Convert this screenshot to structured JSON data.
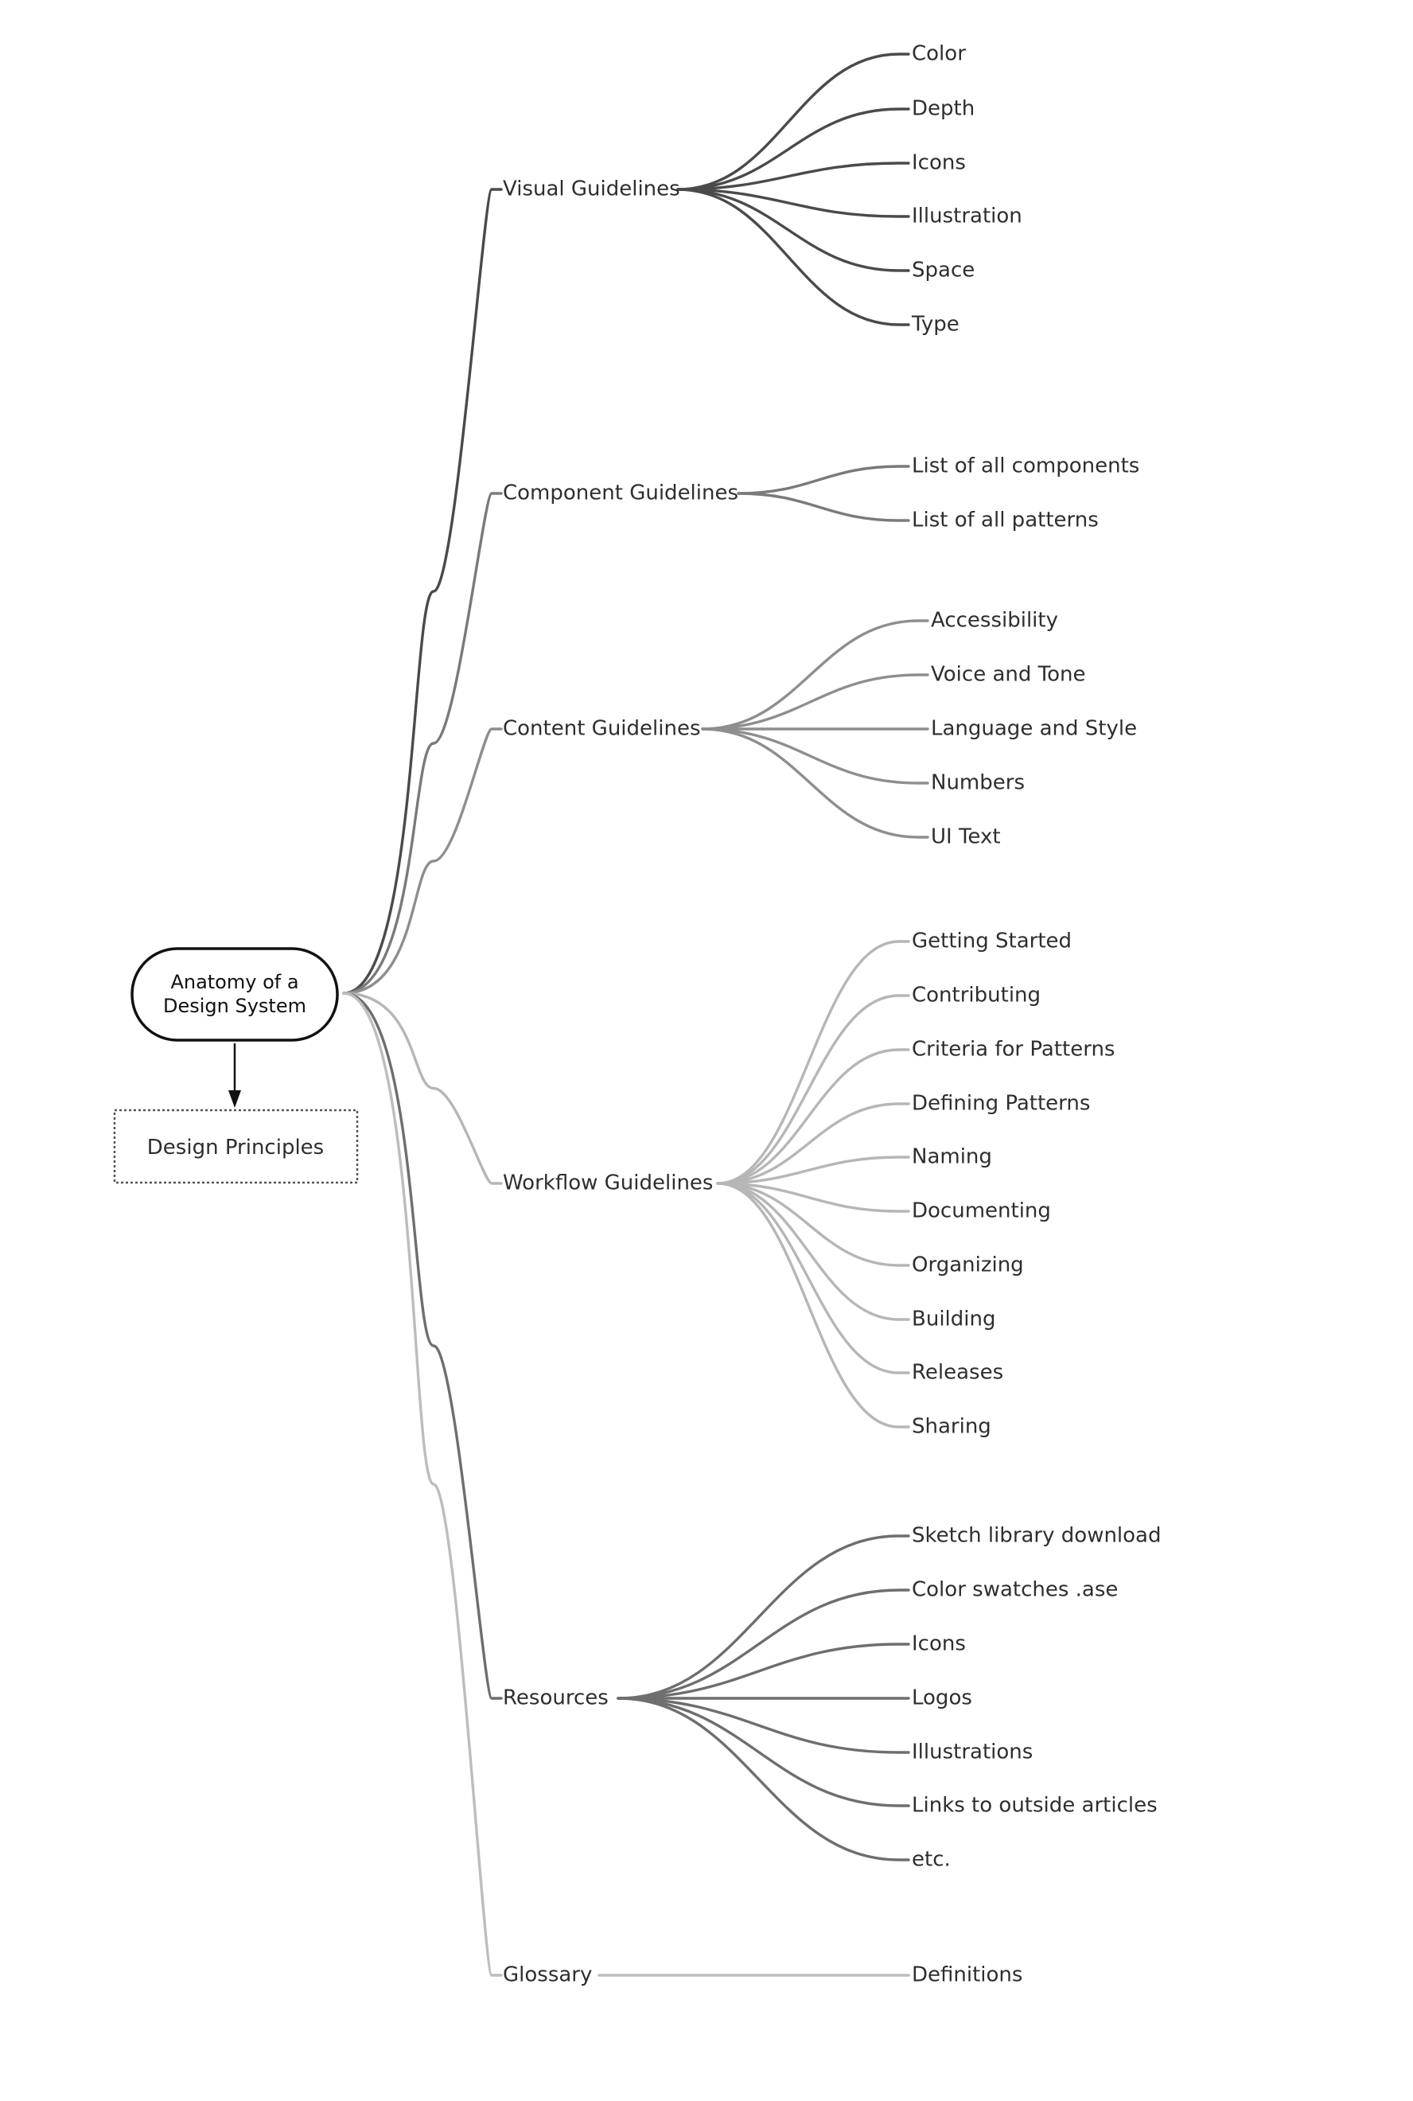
{
  "root": {
    "label_line1": "Anatomy of a",
    "label_line2": "Design System"
  },
  "principles": {
    "label": "Design Principles"
  },
  "branches": [
    {
      "label": "Visual Guidelines",
      "color": "#4a4a4a",
      "children": [
        "Color",
        "Depth",
        "Icons",
        "Illustration",
        "Space",
        "Type"
      ]
    },
    {
      "label": "Component Guidelines",
      "color": "#7a7a7a",
      "children": [
        "List of all components",
        "List of all patterns"
      ]
    },
    {
      "label": "Content Guidelines",
      "color": "#8e8e8e",
      "children": [
        "Accessibility",
        "Voice and Tone",
        "Language and Style",
        "Numbers",
        "UI Text"
      ]
    },
    {
      "label": "Workflow Guidelines",
      "color": "#b6b6b6",
      "children": [
        "Getting Started",
        "Contributing",
        "Criteria for Patterns",
        "Defining Patterns",
        "Naming",
        "Documenting",
        "Organizing",
        "Building",
        "Releases",
        "Sharing"
      ]
    },
    {
      "label": "Resources",
      "color": "#6e6e6e",
      "children": [
        "Sketch library download",
        "Color swatches .ase",
        "Icons",
        "Logos",
        "Illustrations",
        "Links to outside articles",
        "etc."
      ]
    },
    {
      "label": "Glossary",
      "color": "#bdbdbd",
      "children": [
        "Definitions"
      ]
    }
  ]
}
